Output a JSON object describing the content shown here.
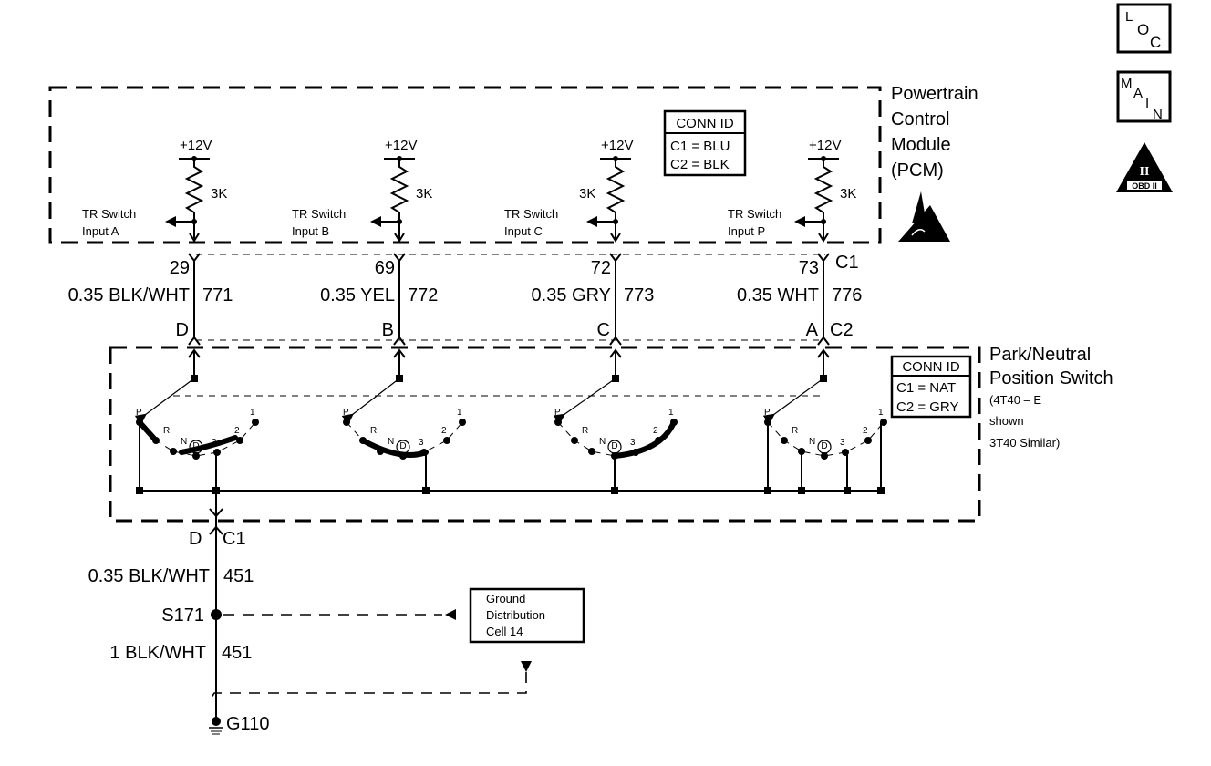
{
  "icons": {
    "loc": {
      "letters": [
        "L",
        "O",
        "C"
      ]
    },
    "main": {
      "letters": [
        "M",
        "A",
        "I",
        "N"
      ]
    },
    "obd": {
      "numeral": "II",
      "label": "OBD II"
    }
  },
  "pcm": {
    "title_lines": [
      "Powertrain",
      "Control",
      "Module",
      "(PCM)"
    ],
    "conn_id": {
      "header": "CONN ID",
      "lines": [
        "C1 = BLU",
        "C2 = BLK"
      ]
    },
    "circuits": [
      {
        "supply": "+12V",
        "resistor": "3K",
        "label_lines": [
          "TR Switch",
          "Input A"
        ]
      },
      {
        "supply": "+12V",
        "resistor": "3K",
        "label_lines": [
          "TR Switch",
          "Input B"
        ]
      },
      {
        "supply": "+12V",
        "resistor": "3K",
        "label_lines": [
          "TR Switch",
          "Input C"
        ]
      },
      {
        "supply": "+12V",
        "resistor": "3K",
        "label_lines": [
          "TR Switch",
          "Input P"
        ]
      }
    ]
  },
  "wires": [
    {
      "pcm_pin": "29",
      "wire": "0.35 BLK/WHT",
      "circuit": "771",
      "switch_pin": "D"
    },
    {
      "pcm_pin": "69",
      "wire": "0.35 YEL",
      "circuit": "772",
      "switch_pin": "B"
    },
    {
      "pcm_pin": "72",
      "wire": "0.35 GRY",
      "circuit": "773",
      "switch_pin": "C"
    },
    {
      "pcm_pin": "73",
      "wire": "0.35 WHT",
      "circuit": "776",
      "switch_pin": "A"
    }
  ],
  "connectors": {
    "top": "C1",
    "bottom": "C2"
  },
  "switch": {
    "title_lines": [
      "Park/Neutral",
      "Position Switch"
    ],
    "note_lines": [
      "(4T40 – E",
      "shown",
      "3T40 Similar)"
    ],
    "conn_id": {
      "header": "CONN ID",
      "lines": [
        "C1 = NAT",
        "C2 = GRY"
      ]
    },
    "positions": [
      "P",
      "R",
      "N",
      "D",
      "3",
      "2",
      "1"
    ]
  },
  "ground": {
    "connector_pin": "D",
    "connector": "C1",
    "upper_wire": "0.35 BLK/WHT",
    "upper_circuit": "451",
    "splice": "S171",
    "lower_wire": "1 BLK/WHT",
    "lower_circuit": "451",
    "ground_point": "G110",
    "ref_box_lines": [
      "Ground",
      "Distribution",
      "Cell 14"
    ]
  }
}
